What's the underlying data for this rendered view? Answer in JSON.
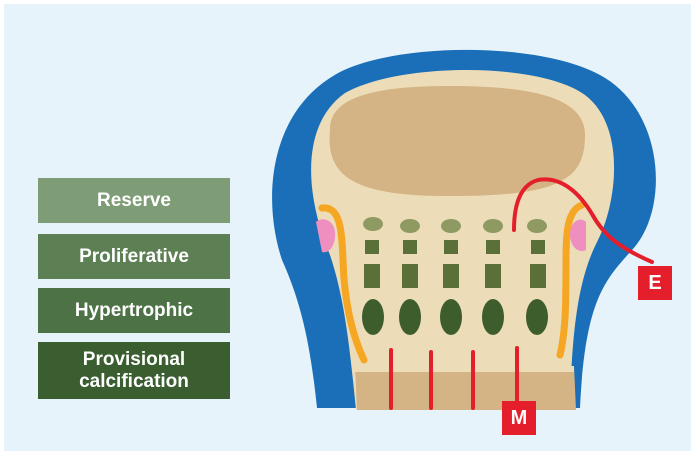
{
  "zones": {
    "reserve": "Reserve",
    "proliferative": "Proliferative",
    "hypertrophic": "Hypertrophic",
    "provisional_calcification": "Provisional calcification"
  },
  "markers": {
    "e": "E",
    "m": "M"
  },
  "colors": {
    "background": "#e6f3fb",
    "periosteum": "#1a6fb8",
    "cartilage": "#ecdcb8",
    "ossification_center": "#d4b385",
    "chondrocyte_light": "#8f9a62",
    "chondrocyte_dark": "#3e5d2c",
    "perichondrial_ring": "#f5a623",
    "groove": "#ee8fbf",
    "vessel": "#e41e2b"
  }
}
